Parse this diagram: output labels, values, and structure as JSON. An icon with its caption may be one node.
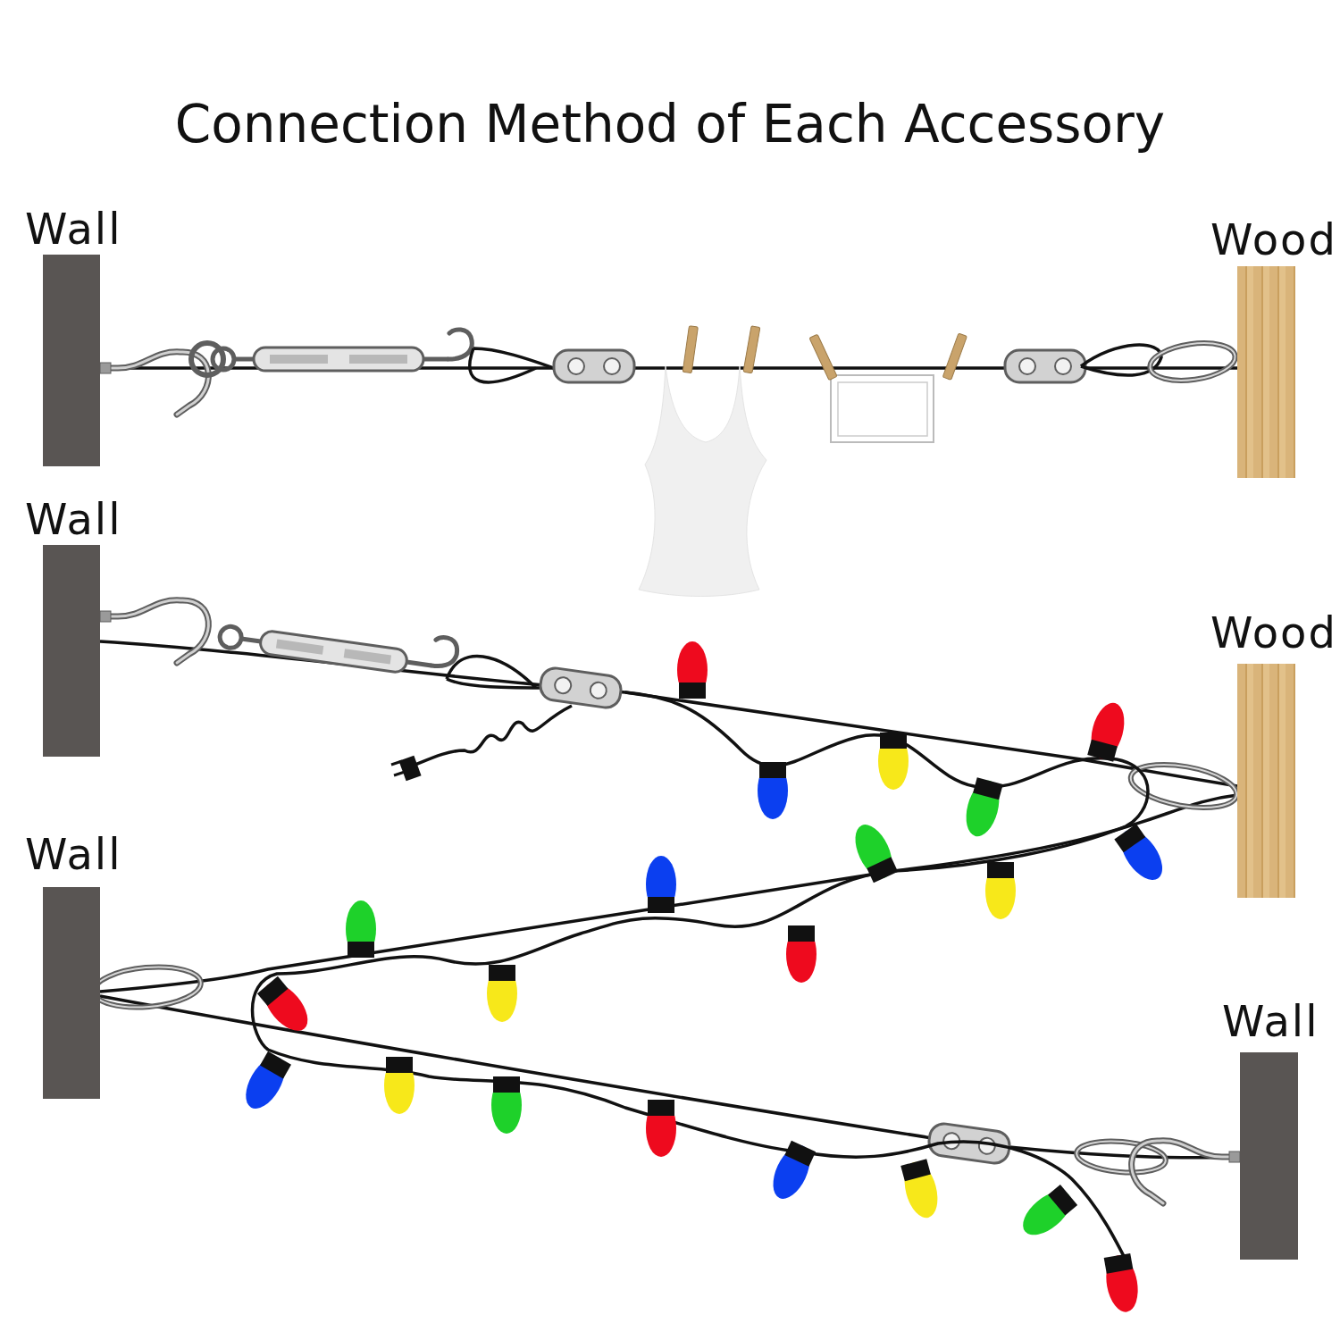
{
  "diagram": {
    "title": "Connection Method of Each Accessory",
    "nodes": [
      {
        "text": [
          "Wall"
        ]
      },
      {
        "text": [
          "Wood"
        ]
      },
      {
        "text": [
          "Wall"
        ]
      },
      {
        "text": [
          "Wood"
        ]
      },
      {
        "text": [
          "Wall"
        ]
      },
      {
        "text": [
          "Wall"
        ]
      }
    ],
    "edges": [
      {
        "from": 0,
        "to": 1,
        "arrow": "none"
      },
      {
        "from": 2,
        "to": 3,
        "arrow": "none"
      },
      {
        "from": 3,
        "to": 4,
        "arrow": "none"
      },
      {
        "from": 4,
        "to": 5,
        "arrow": "none"
      }
    ]
  }
}
